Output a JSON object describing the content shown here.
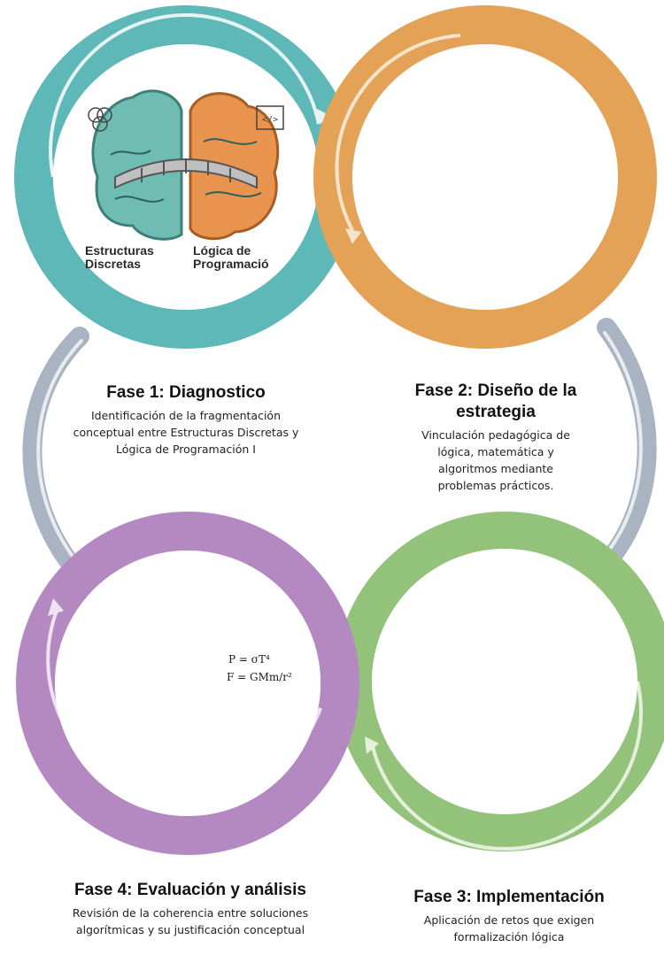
{
  "phases": [
    {
      "title": "Fase 1: Diagnostico",
      "description": "Identificación de la fragmentación conceptual entre Estructuras Discretas y Lógica de Programación I",
      "color": "#5fb8b8",
      "image_labels": [
        "Estructuras Discretas",
        "Lógica de Programació"
      ]
    },
    {
      "title": "Fase 2: Diseño de la estrategia",
      "description": "Vinculación pedagógica de lógica, matemática y algoritmos mediante problemas prácticos.",
      "color": "#e3a255"
    },
    {
      "title": "Fase 3: Implementación",
      "description": "Aplicación de retos que exigen formalización lógica",
      "color": "#93c37a"
    },
    {
      "title": "Fase 4: Evaluación y análisis",
      "description": "Revisión de la coherencia entre soluciones algorítmicas y su justificación conceptual",
      "color": "#b489c2",
      "image_formulas": [
        "P = σT⁴",
        "F = GMm/r²"
      ]
    }
  ],
  "cycle_color": "#a9b3c1"
}
